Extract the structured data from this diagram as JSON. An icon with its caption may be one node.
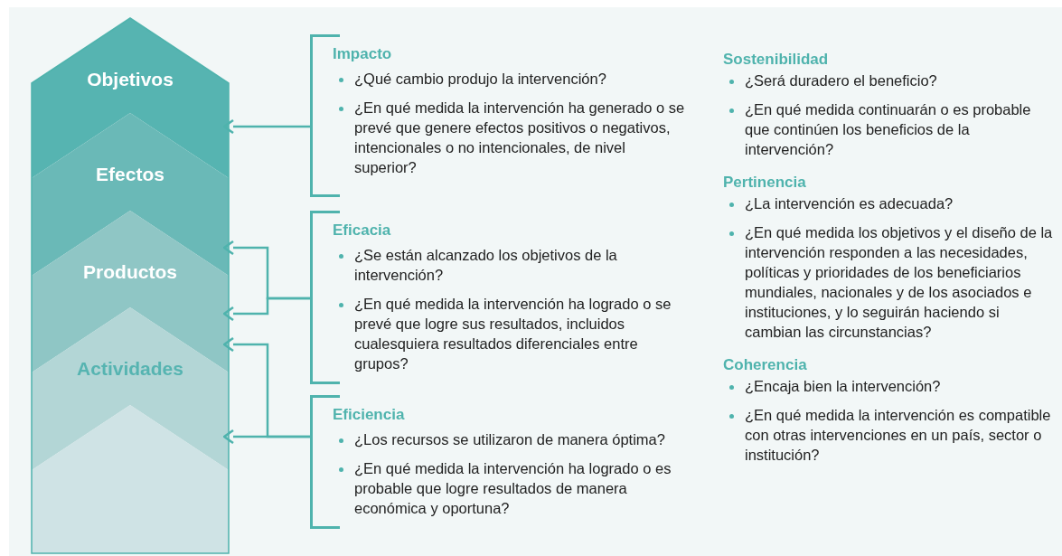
{
  "diagram": {
    "nodes": [
      {
        "text": [
          "Objetivos"
        ]
      },
      {
        "text": [
          "Efectos"
        ]
      },
      {
        "text": [
          "Productos"
        ]
      },
      {
        "text": [
          "Actividades"
        ]
      },
      {
        "text": [],
        "shape": "chevron"
      },
      {
        "text": [
          "Impacto",
          "¿Qué cambio produjo la intervención?",
          "¿En qué medida la intervención ha generado o se prevé que genere efectos positivos o negativos, intencionales o no intencionales, de nivel superior?"
        ]
      },
      {
        "text": [
          "Eficacia",
          "¿Se están alcanzado los objetivos de la intervención?",
          "¿En qué medida la intervención ha logrado o se prevé que logre sus resultados, incluidos cualesquiera resultados diferenciales entre grupos?"
        ]
      },
      {
        "text": [
          "Eficiencia",
          "¿Los recursos se utilizaron de manera óptima?",
          "¿En qué medida la intervención ha logrado o es probable que logre resultados de manera económica y oportuna?"
        ]
      }
    ],
    "edges": [
      {
        "from": 5,
        "to": 0,
        "arrow": "to"
      },
      {
        "from": 6,
        "to": 1,
        "arrow": "to"
      },
      {
        "from": 6,
        "to": 2,
        "arrow": "to"
      },
      {
        "from": 7,
        "to": 2,
        "arrow": "to"
      },
      {
        "from": 7,
        "to": 3,
        "arrow": "to"
      }
    ],
    "labels": [
      "Sostenibilidad",
      "¿Será duradero el beneficio?",
      "¿En qué medida continuarán o es probable que continúen los beneficios de la intervención?",
      "Pertinencia",
      "¿La intervención es adecuada?",
      "¿En qué medida los objetivos y el diseño de la intervención responden a las necesidades, políticas y prioridades de los beneficiarios mundiales, nacionales y de los asociados e instituciones, y lo seguirán haciendo si cambian las circunstancias?",
      "Coherencia",
      "¿Encaja bien la intervención?",
      "¿En qué medida la intervención es compatible con otras intervenciones en un país, sector o institución?"
    ]
  }
}
